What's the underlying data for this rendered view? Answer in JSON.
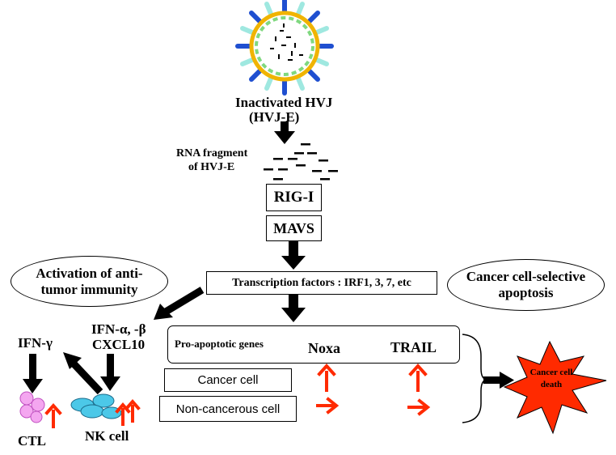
{
  "virus": {
    "label_line1": "Inactivated HVJ",
    "label_line2": "(HVJ-E)"
  },
  "rna": {
    "label_line1": "RNA fragment",
    "label_line2": "of HVJ-E"
  },
  "boxes": {
    "rigi": "RIG-I",
    "mavs": "MAVS",
    "transcription": "Transcription factors : IRF1, 3, 7, etc"
  },
  "ovals": {
    "immunity_line1": "Activation of anti-",
    "immunity_line2": "tumor immunity",
    "apoptosis_line1": "Cancer cell-selective",
    "apoptosis_line2": "apoptosis"
  },
  "genes": {
    "title": "Pro-apoptotic genes",
    "noxa": "Noxa",
    "trail": "TRAIL"
  },
  "cells": {
    "cancer": "Cancer cell",
    "noncancerous": "Non-cancerous cell"
  },
  "immune": {
    "ifn_ab_line1": "IFN-α, -β",
    "ifn_ab_line2": "CXCL10",
    "ifn_gamma": "IFN-γ",
    "ctl": "CTL",
    "nk_cell": "NK cell"
  },
  "death": {
    "line1": "Cancer cell",
    "line2": "death"
  },
  "colors": {
    "red": "#ff2a00",
    "virus_spike": "#1f4fd0",
    "virus_ring_outer": "#f0b400",
    "virus_ring_inner": "#7fd87f",
    "virus_spike_tip": "#9fe8e0",
    "ctl_fill": "#f4a6f0",
    "nk_fill": "#4cc8e8"
  }
}
